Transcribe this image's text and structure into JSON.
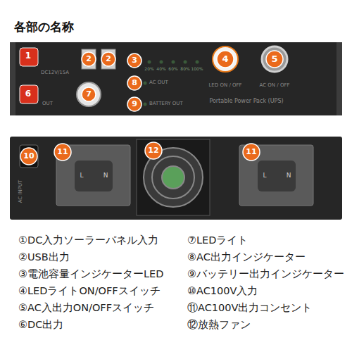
{
  "diagram": {
    "title": "各部の名称",
    "labels": [
      "1",
      "2",
      "2",
      "3",
      "4",
      "5",
      "DC12V/15A",
      "20%",
      "40%",
      "60%",
      "80%",
      "100%",
      "8",
      "AC OUT",
      "6",
      "OUT",
      "7",
      "9",
      "BATTERY OUT",
      "LED ON / OFF",
      "AC ON / OFF",
      "Portable Power Pack (UPS)",
      "10",
      "AC INPUT",
      "11",
      "L",
      "N",
      "12",
      "11",
      "L",
      "N",
      "①DC入力ソーラーパネル入力",
      "②USB出力",
      "③電池容量インジケーターLED",
      "④LEDライトON/OFFスイッチ",
      "⑤AC入出力ON/OFFスイッチ",
      "⑥DC出力",
      "⑦LEDライト",
      "⑧AC出力インジケーター",
      "⑨バッテリー出力インジケーター",
      "⑩AC100V入力",
      "⑪AC100V出力コンセント",
      "⑫放熱ファン"
    ]
  }
}
